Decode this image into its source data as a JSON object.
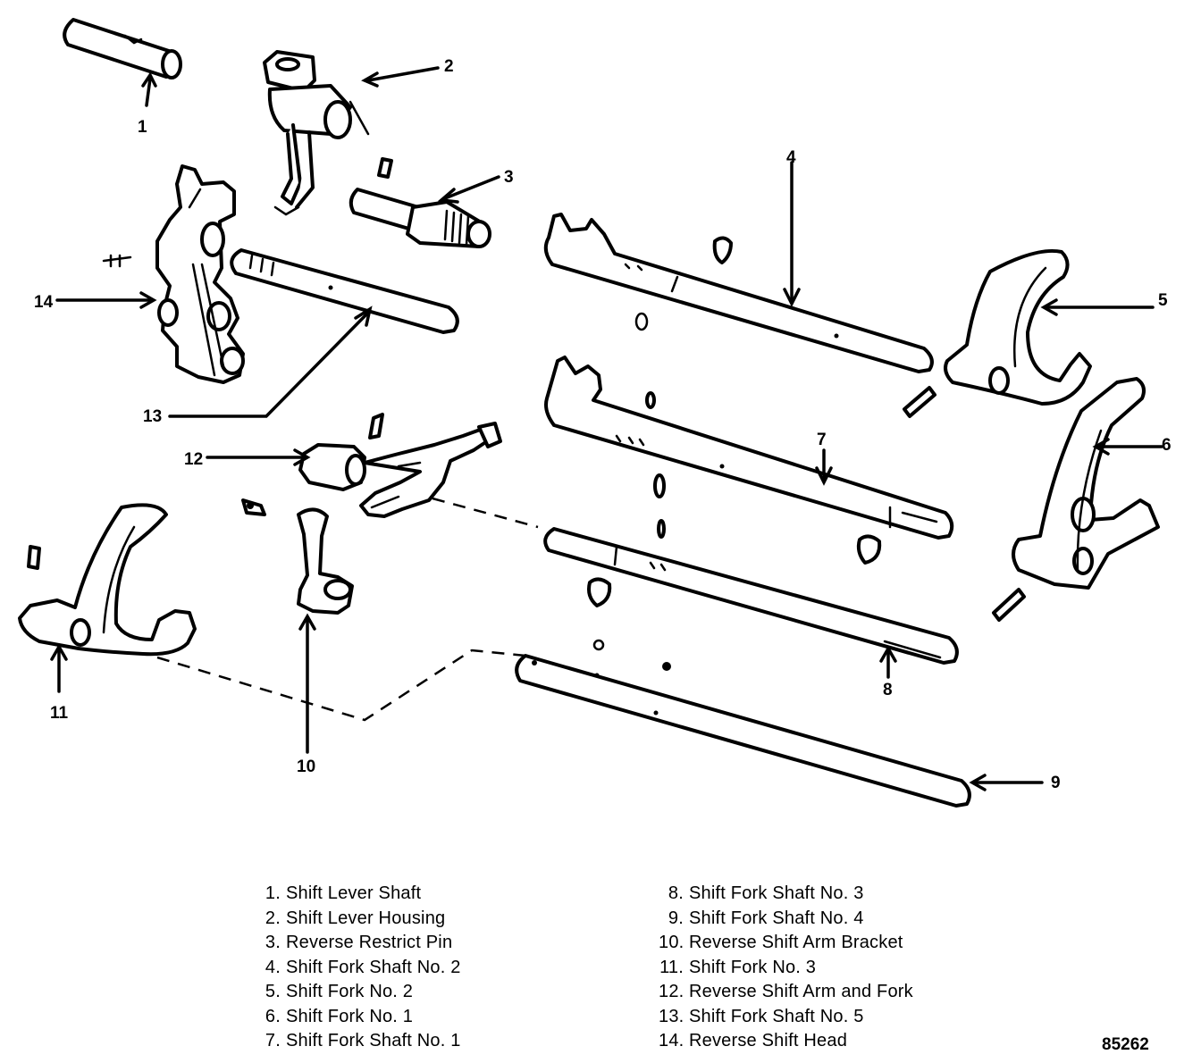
{
  "callouts": [
    "1",
    "2",
    "3",
    "4",
    "5",
    "6",
    "7",
    "8",
    "9",
    "10",
    "11",
    "12",
    "13",
    "14"
  ],
  "legend_left": [
    {
      "num": "1.",
      "label": "Shift Lever Shaft"
    },
    {
      "num": "2.",
      "label": "Shift Lever Housing"
    },
    {
      "num": "3.",
      "label": "Reverse Restrict Pin"
    },
    {
      "num": "4.",
      "label": "Shift Fork Shaft No. 2"
    },
    {
      "num": "5.",
      "label": "Shift Fork No. 2"
    },
    {
      "num": "6.",
      "label": "Shift Fork No. 1"
    },
    {
      "num": "7.",
      "label": "Shift Fork Shaft No. 1"
    }
  ],
  "legend_right": [
    {
      "num": "8.",
      "label": "Shift Fork Shaft No. 3"
    },
    {
      "num": "9.",
      "label": "Shift Fork Shaft No. 4"
    },
    {
      "num": "10.",
      "label": "Reverse Shift Arm Bracket"
    },
    {
      "num": "11.",
      "label": "Shift Fork No. 3"
    },
    {
      "num": "12.",
      "label": "Reverse Shift Arm and Fork"
    },
    {
      "num": "13.",
      "label": "Shift Fork Shaft No. 5"
    },
    {
      "num": "14.",
      "label": "Reverse Shift Head"
    }
  ],
  "figure_id": "85262"
}
